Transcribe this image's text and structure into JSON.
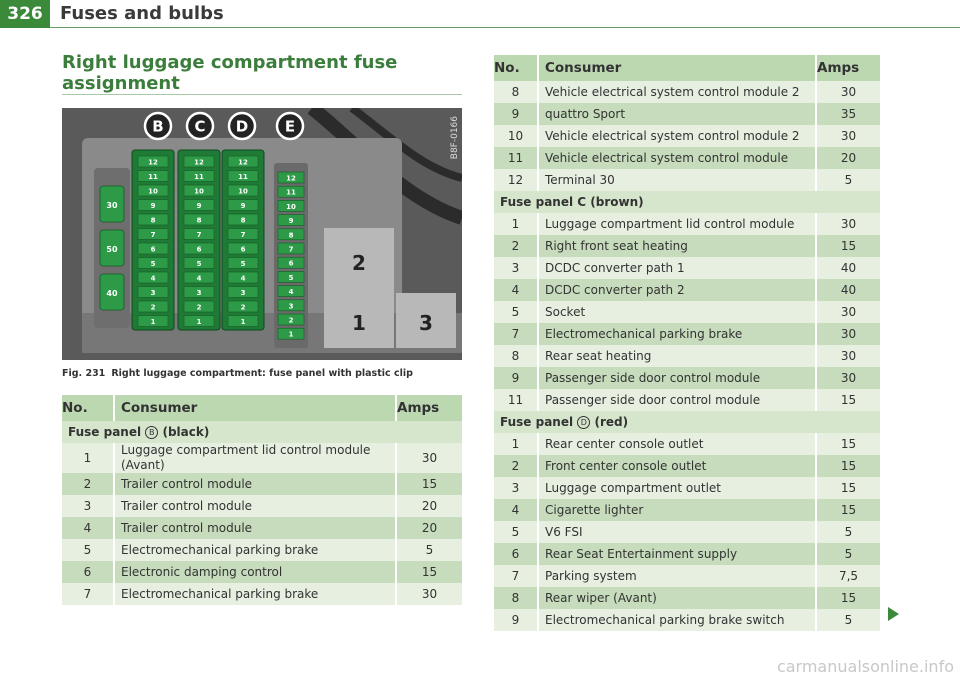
{
  "header": {
    "page_number": "326",
    "title": "Fuses and bulbs"
  },
  "section": {
    "title": "Right luggage compartment fuse assignment"
  },
  "figure": {
    "code": "B8F-0166",
    "panel_letters": [
      "B",
      "C",
      "D",
      "E"
    ],
    "column_labels": [
      "12",
      "11",
      "10",
      "9",
      "8",
      "7",
      "6",
      "5",
      "4",
      "3",
      "2",
      "1"
    ],
    "panel_e_labels": [
      "12",
      "11",
      "10",
      "9",
      "8",
      "7",
      "6",
      "5",
      "4",
      "3",
      "2",
      "1"
    ],
    "side_fuse_labels": [
      "30",
      "50",
      "40"
    ],
    "relay_labels": [
      "2",
      "1",
      "3"
    ],
    "caption_number": "Fig. 231",
    "caption_text": "Right luggage compartment: fuse panel with plastic clip"
  },
  "table_left": {
    "headers": {
      "no": "No.",
      "consumer": "Consumer",
      "amps": "Amps"
    },
    "panel_b": {
      "prefix": "Fuse panel",
      "letter": "B",
      "suffix": "(black)"
    },
    "rows": [
      {
        "no": "1",
        "consumer": "Luggage compartment lid control module (Avant)",
        "amps": "30"
      },
      {
        "no": "2",
        "consumer": "Trailer control module",
        "amps": "15"
      },
      {
        "no": "3",
        "consumer": "Trailer control module",
        "amps": "20"
      },
      {
        "no": "4",
        "consumer": "Trailer control module",
        "amps": "20"
      },
      {
        "no": "5",
        "consumer": "Electromechanical parking brake",
        "amps": "5"
      },
      {
        "no": "6",
        "consumer": "Electronic damping control",
        "amps": "15"
      },
      {
        "no": "7",
        "consumer": "Electromechanical parking brake",
        "amps": "30"
      }
    ]
  },
  "table_right": {
    "headers": {
      "no": "No.",
      "consumer": "Consumer",
      "amps": "Amps"
    },
    "rows_b": [
      {
        "no": "8",
        "consumer": "Vehicle electrical system control module 2",
        "amps": "30"
      },
      {
        "no": "9",
        "consumer": "quattro Sport",
        "amps": "35"
      },
      {
        "no": "10",
        "consumer": "Vehicle electrical system control module 2",
        "amps": "30"
      },
      {
        "no": "11",
        "consumer": "Vehicle electrical system control module",
        "amps": "20"
      },
      {
        "no": "12",
        "consumer": "Terminal 30",
        "amps": "5"
      }
    ],
    "panel_c": {
      "label": "Fuse panel C (brown)"
    },
    "rows_c": [
      {
        "no": "1",
        "consumer": "Luggage compartment lid control module",
        "amps": "30"
      },
      {
        "no": "2",
        "consumer": "Right front seat heating",
        "amps": "15"
      },
      {
        "no": "3",
        "consumer": "DCDC converter path 1",
        "amps": "40"
      },
      {
        "no": "4",
        "consumer": "DCDC converter path 2",
        "amps": "40"
      },
      {
        "no": "5",
        "consumer": "Socket",
        "amps": "30"
      },
      {
        "no": "7",
        "consumer": "Electromechanical parking brake",
        "amps": "30"
      },
      {
        "no": "8",
        "consumer": "Rear seat heating",
        "amps": "30"
      },
      {
        "no": "9",
        "consumer": "Passenger side door control module",
        "amps": "30"
      },
      {
        "no": "11",
        "consumer": "Passenger side door control module",
        "amps": "15"
      }
    ],
    "panel_d": {
      "prefix": "Fuse panel",
      "letter": "D",
      "suffix": "(red)"
    },
    "rows_d": [
      {
        "no": "1",
        "consumer": "Rear center console outlet",
        "amps": "15"
      },
      {
        "no": "2",
        "consumer": "Front center console outlet",
        "amps": "15"
      },
      {
        "no": "3",
        "consumer": "Luggage compartment outlet",
        "amps": "15"
      },
      {
        "no": "4",
        "consumer": "Cigarette lighter",
        "amps": "15"
      },
      {
        "no": "5",
        "consumer": "V6 FSI",
        "amps": "5"
      },
      {
        "no": "6",
        "consumer": "Rear Seat Entertainment supply",
        "amps": "5"
      },
      {
        "no": "7",
        "consumer": "Parking system",
        "amps": "7,5"
      },
      {
        "no": "8",
        "consumer": "Rear wiper (Avant)",
        "amps": "15"
      },
      {
        "no": "9",
        "consumer": "Electromechanical parking brake switch",
        "amps": "5"
      }
    ]
  },
  "footer": {
    "watermark": "carmanualsonline.info"
  },
  "colors": {
    "accent_green": "#3a8a3a",
    "row_light": "#e6efe0",
    "row_dark": "#c6dcbc",
    "header_bg": "#bcd8b1"
  }
}
